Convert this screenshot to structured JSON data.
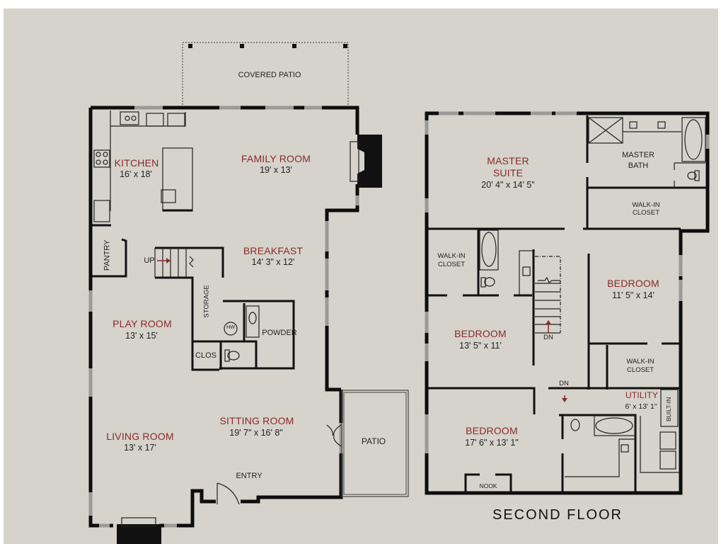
{
  "first_floor": {
    "covered_patio": "COVERED PATIO",
    "kitchen": {
      "name": "KITCHEN",
      "dims": "16' x 18'"
    },
    "family_room": {
      "name": "FAMILY ROOM",
      "dims": "19' x 13'"
    },
    "breakfast": {
      "name": "BREAKFAST",
      "dims": "14' 3\" x 12'"
    },
    "pantry": "PANTRY",
    "stair_up": "UP",
    "storage": "STORAGE",
    "water_heater": "HW",
    "powder": "POWDER",
    "closet": "CLOS",
    "play_room": {
      "name": "PLAY ROOM",
      "dims": "13' x 15'"
    },
    "sitting_room": {
      "name": "SITTING ROOM",
      "dims": "19' 7\" x 16' 8\""
    },
    "living_room": {
      "name": "LIVING ROOM",
      "dims": "13' x 17'"
    },
    "entry": "ENTRY",
    "patio": "PATIO"
  },
  "second_floor": {
    "title": "SECOND FLOOR",
    "master_suite": {
      "name_line1": "MASTER",
      "name_line2": "SUITE",
      "dims": "20' 4\" x 14' 5\""
    },
    "master_bath": {
      "line1": "MASTER",
      "line2": "BATH"
    },
    "master_walk_in": {
      "line1": "WALK-IN",
      "line2": "CLOSET"
    },
    "left_walk_in": {
      "line1": "WALK-IN",
      "line2": "CLOSET"
    },
    "bedroom_2": {
      "name": "BEDROOM",
      "dims": "11' 5\" x 14'"
    },
    "bedroom_3": {
      "name": "BEDROOM",
      "dims": "13' 5\" x 11'"
    },
    "right_walk_in": {
      "line1": "WALK-IN",
      "line2": "CLOSET"
    },
    "stair_dn": "DN",
    "hall_dn": "DN",
    "utility": {
      "name": "UTILITY",
      "dims": "6' x 13' 1\""
    },
    "built_in": "BUILT-IN",
    "bedroom_4": {
      "name": "BEDROOM",
      "dims": "17' 6\" x 13' 1\""
    },
    "nook": "NOOK"
  },
  "colors": {
    "paper": "#d5d3cb",
    "room_label": "#8b2a2a",
    "text": "#222222",
    "wall": "#111111"
  }
}
